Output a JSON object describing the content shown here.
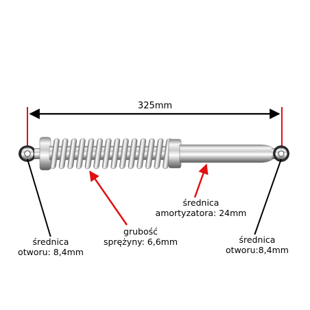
{
  "dimension": {
    "length": "325mm"
  },
  "labels": {
    "spring_thickness": {
      "line1": "grubość",
      "line2": "sprężyny: 6,6mm"
    },
    "damper_diameter": {
      "line1": "średnica",
      "line2": "amortyzatora: 24mm"
    },
    "left_hole": {
      "line1": "średnica",
      "line2": "otworu: 8,4mm"
    },
    "right_hole": {
      "line1": "średnica",
      "line2": "otworu:8,4mm"
    }
  },
  "colors": {
    "background": "#ffffff",
    "arrow_black": "#000000",
    "arrow_red": "#e01010",
    "chrome_light": "#f4f4f4",
    "chrome_mid": "#bdbdbd",
    "chrome_dark": "#6e6e6e"
  }
}
